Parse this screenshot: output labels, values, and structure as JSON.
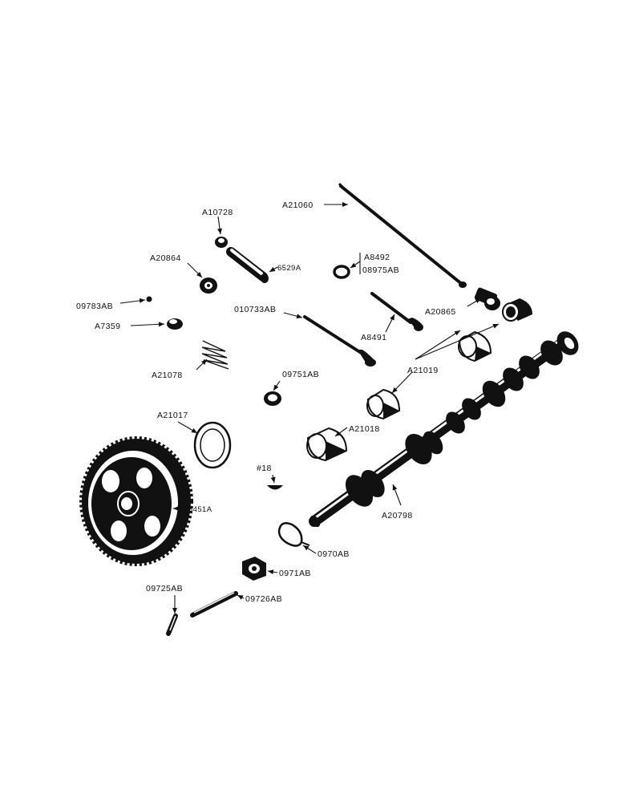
{
  "labels": {
    "a21060": "A21060",
    "a10728": "A10728",
    "a20864": "A20864",
    "p6529a": "6529A",
    "a8492": "A8492",
    "p08975ab": "08975AB",
    "p09783ab": "09783AB",
    "a7359": "A7359",
    "p010733ab": "010733AB",
    "a20865": "A20865",
    "a8491": "A8491",
    "a21078": "A21078",
    "a21019": "A21019",
    "p09751ab": "09751AB",
    "a21017": "A21017",
    "a21018": "A21018",
    "p18": "#18",
    "p6451a": "6451A",
    "a20798": "A20798",
    "p0970ab": "0970AB",
    "p0971ab": "0971AB",
    "p09725ab": "09725AB",
    "p09726ab": "09726AB"
  }
}
